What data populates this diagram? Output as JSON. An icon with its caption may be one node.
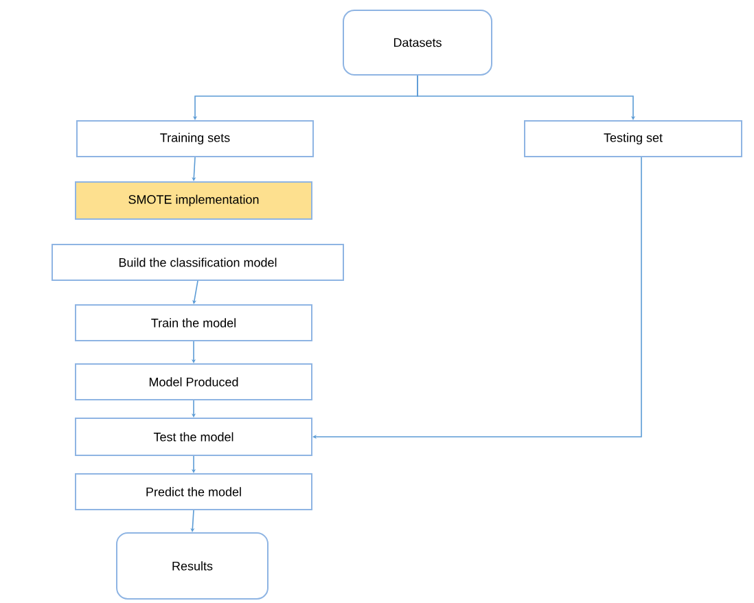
{
  "diagram": {
    "nodes": [
      {
        "text": [
          "Datasets"
        ]
      },
      {
        "text": [
          "Training sets"
        ]
      },
      {
        "text": [
          "Testing set"
        ]
      },
      {
        "text": [
          "SMOTE implementation"
        ]
      },
      {
        "text": [
          "Build the classification model"
        ]
      },
      {
        "text": [
          "Train the model"
        ]
      },
      {
        "text": [
          "Model Produced"
        ]
      },
      {
        "text": [
          "Test the model"
        ]
      },
      {
        "text": [
          "Predict the model"
        ]
      },
      {
        "text": [
          "Results"
        ]
      }
    ],
    "edges": [
      {
        "from": 0,
        "to": 1,
        "arrow": "to"
      },
      {
        "from": 0,
        "to": 2,
        "arrow": "to"
      },
      {
        "from": 1,
        "to": 3,
        "arrow": "to"
      },
      {
        "from": 4,
        "to": 5,
        "arrow": "to"
      },
      {
        "from": 5,
        "to": 6,
        "arrow": "to"
      },
      {
        "from": 6,
        "to": 7,
        "arrow": "to"
      },
      {
        "from": 2,
        "to": 7,
        "arrow": "to"
      },
      {
        "from": 7,
        "to": 8,
        "arrow": "to"
      },
      {
        "from": 8,
        "to": 9,
        "arrow": "to"
      }
    ]
  }
}
